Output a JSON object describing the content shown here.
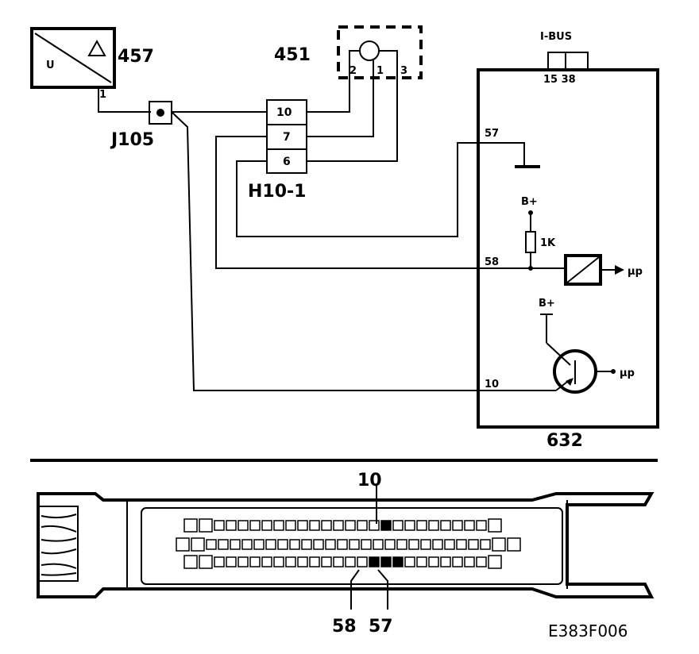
{
  "components": {
    "sensor_457": {
      "id": "457",
      "pin1": "1",
      "letter_u": "U"
    },
    "connector_451": {
      "id": "451",
      "pin_left": "2",
      "pin_mid": "1",
      "pin_right": "3"
    },
    "junction_J105": {
      "id": "J105"
    },
    "connector_H10_1": {
      "id": "H10-1",
      "pin_top": "10",
      "pin_mid": "7",
      "pin_bot": "6"
    },
    "module_632": {
      "id": "632",
      "bus_label": "I-BUS",
      "bus_pins": "15 38",
      "pin_57": "57",
      "pin_58": "58",
      "pin_10": "10",
      "supply_1": "B+",
      "supply_2": "B+",
      "resistor": "1K",
      "output_1": "μp",
      "output_2": "μp"
    }
  },
  "connector_view": {
    "callout_top": "10",
    "callout_left": "58",
    "callout_right": "57"
  },
  "figure_id": "E383F006"
}
